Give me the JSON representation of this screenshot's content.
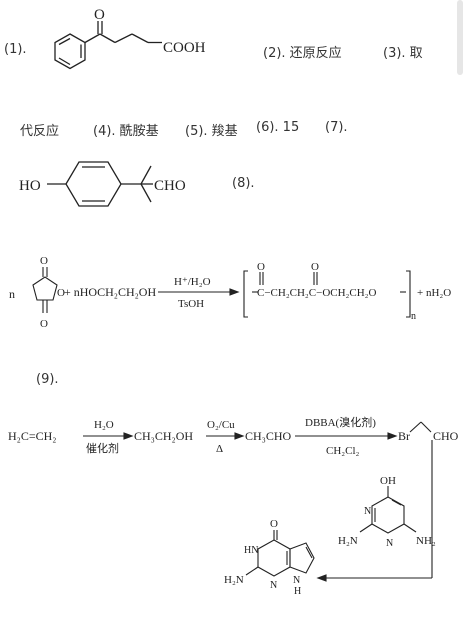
{
  "answers": {
    "a1_label": "(1).",
    "a2": "(2). 还原反应",
    "a3_part1": "(3). 取",
    "a3_part2": "代反应",
    "a4": "(4). 酰胺基",
    "a5": "(5). 羧基",
    "a6": "(6). 15",
    "a7_label": "(7).",
    "a8_label": "(8).",
    "a9_label": "(9)."
  },
  "structure1": {
    "o_label": "O",
    "cooh_label": "COOH"
  },
  "structure7": {
    "ho_label": "HO",
    "cho_label": "CHO"
  },
  "reaction8": {
    "n_label": "n",
    "o_top": "O",
    "o_ring": "O",
    "o_bottom": "O",
    "plus_reagent": "+ nHOCH₂CH₂OH",
    "cond_top": "H⁺/H₂O",
    "cond_bottom": "TsOH",
    "o_carbonyl1": "O",
    "o_carbonyl2": "O",
    "polymer_chain": "C−CH₂CH₂C−OCH₂CH₂O",
    "subscript_n": "n",
    "byproduct": "+ nH₂O"
  },
  "synthesis9": {
    "ethylene": "H₂C=CH₂",
    "step1_top": "H₂O",
    "step1_bottom": "催化剂",
    "ethanol": "CH₃CH₂OH",
    "step2_top": "O₂/Cu",
    "step2_bottom": "Δ",
    "acetaldehyde": "CH₃CHO",
    "step3_top": "DBBA(溴化剂)",
    "step3_bottom": "CH₂Cl₂",
    "br_label": "Br",
    "cho_label": "CHO",
    "pyr_oh": "OH",
    "pyr_n1": "N",
    "pyr_n2": "N",
    "pyr_h2n": "H₂N",
    "pyr_nh2": "NH₂",
    "prod_o": "O",
    "prod_hn": "HN",
    "prod_n": "N",
    "prod_nh": "N",
    "prod_h": "H",
    "prod_h2n": "H₂N"
  }
}
